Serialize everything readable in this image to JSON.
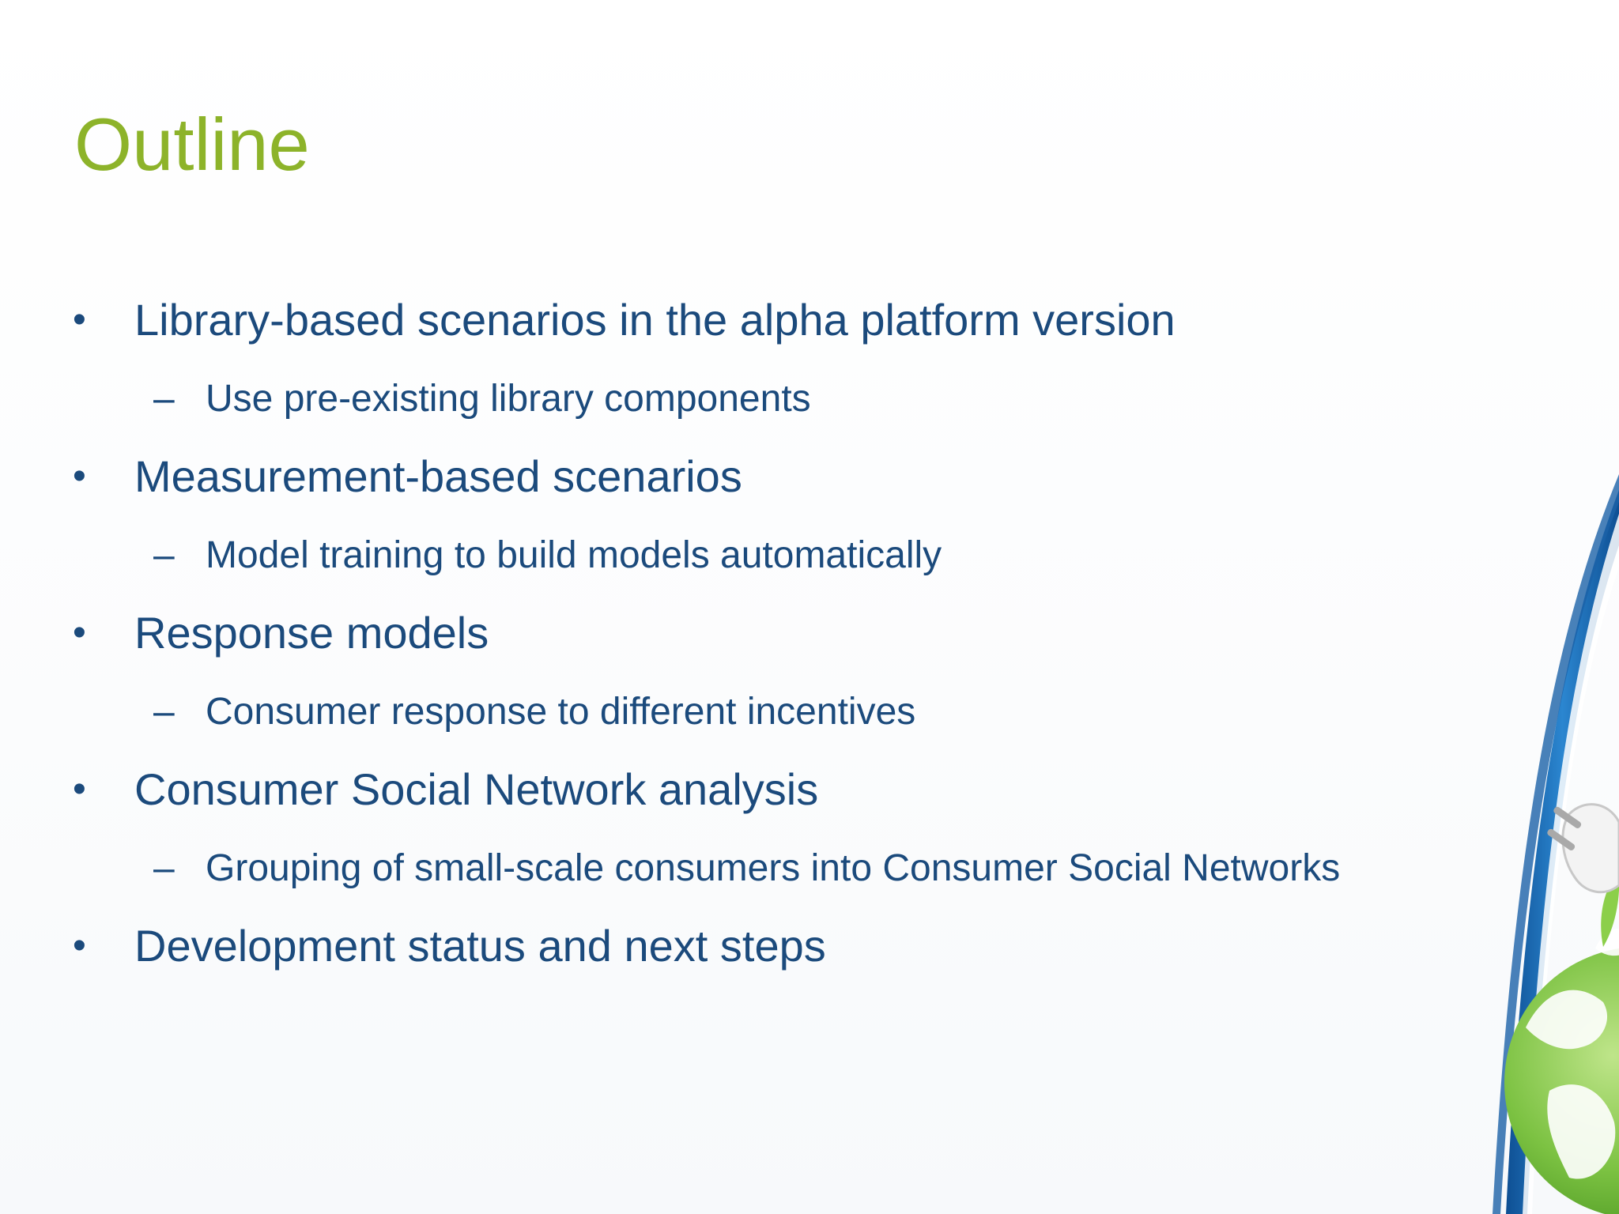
{
  "slide": {
    "title": "Outline",
    "items": [
      {
        "level": 1,
        "marker": "•",
        "text": "Library-based scenarios in the alpha platform version"
      },
      {
        "level": 2,
        "marker": "–",
        "text": "Use pre-existing library components"
      },
      {
        "level": 1,
        "marker": "•",
        "text": "Measurement-based scenarios"
      },
      {
        "level": 2,
        "marker": "–",
        "text": "Model training to build models automatically"
      },
      {
        "level": 1,
        "marker": "•",
        "text": "Response models"
      },
      {
        "level": 2,
        "marker": "–",
        "text": "Consumer response to different incentives"
      },
      {
        "level": 1,
        "marker": "•",
        "text": "Consumer Social Network analysis"
      },
      {
        "level": 2,
        "marker": "–",
        "text": "Grouping of small-scale consumers into Consumer Social Networks"
      },
      {
        "level": 1,
        "marker": "•",
        "text": "Development status and next steps"
      }
    ]
  },
  "colors": {
    "title": "#8db32a",
    "body_text": "#1b4a7c",
    "swoosh_blue": "#1d6fb8",
    "globe_green": "#7cc242"
  },
  "decoration": {
    "icon": "globe-with-plug-and-blue-swoosh"
  }
}
